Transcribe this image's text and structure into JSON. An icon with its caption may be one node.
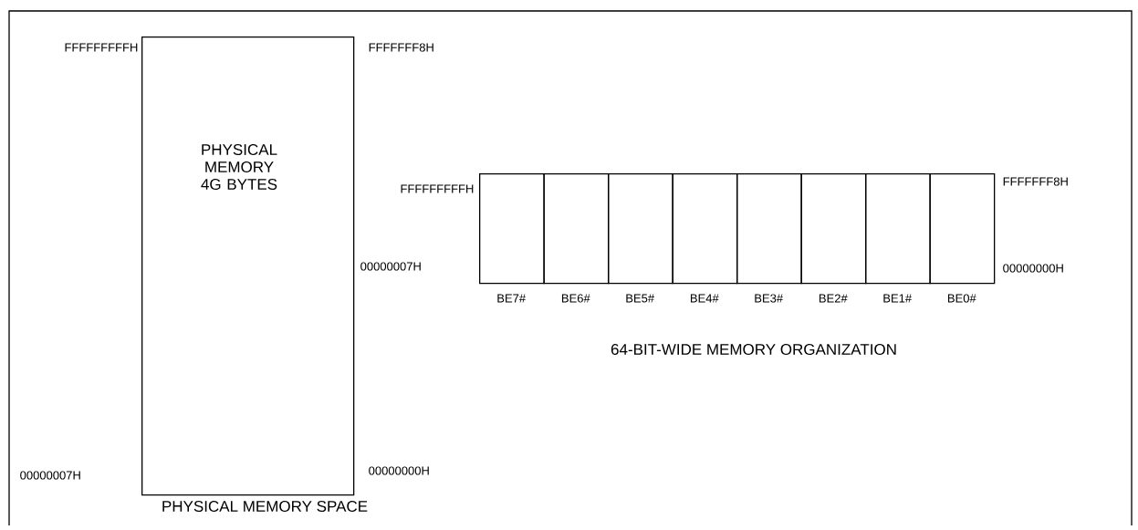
{
  "diagram": {
    "nodes": [
      {
        "text": [
          "PHYSICAL MEMORY 4G BYTES"
        ]
      },
      {
        "text": [],
        "shape": "box",
        "beside": [
          "BE7#"
        ]
      },
      {
        "text": [],
        "shape": "box",
        "beside": [
          "BE6#"
        ]
      },
      {
        "text": [],
        "shape": "box",
        "beside": [
          "BE5#"
        ]
      },
      {
        "text": [],
        "shape": "box",
        "beside": [
          "BE4#"
        ]
      },
      {
        "text": [],
        "shape": "box",
        "beside": [
          "BE3#"
        ]
      },
      {
        "text": [],
        "shape": "box",
        "beside": [
          "BE2#"
        ]
      },
      {
        "text": [],
        "shape": "box",
        "beside": [
          "BE1#"
        ]
      },
      {
        "text": [],
        "shape": "box",
        "beside": [
          "BE0#"
        ]
      }
    ],
    "labels": [
      "FFFFFFFFFH",
      "FFFFFFF8H",
      "FFFFFFFFFH",
      "FFFFFFF8H",
      "00000007H",
      "00000000H",
      "64-BIT-WIDE MEMORY ORGANIZATION",
      "00000007H",
      "00000000H",
      "PHYSICAL MEMORY SPACE"
    ]
  }
}
